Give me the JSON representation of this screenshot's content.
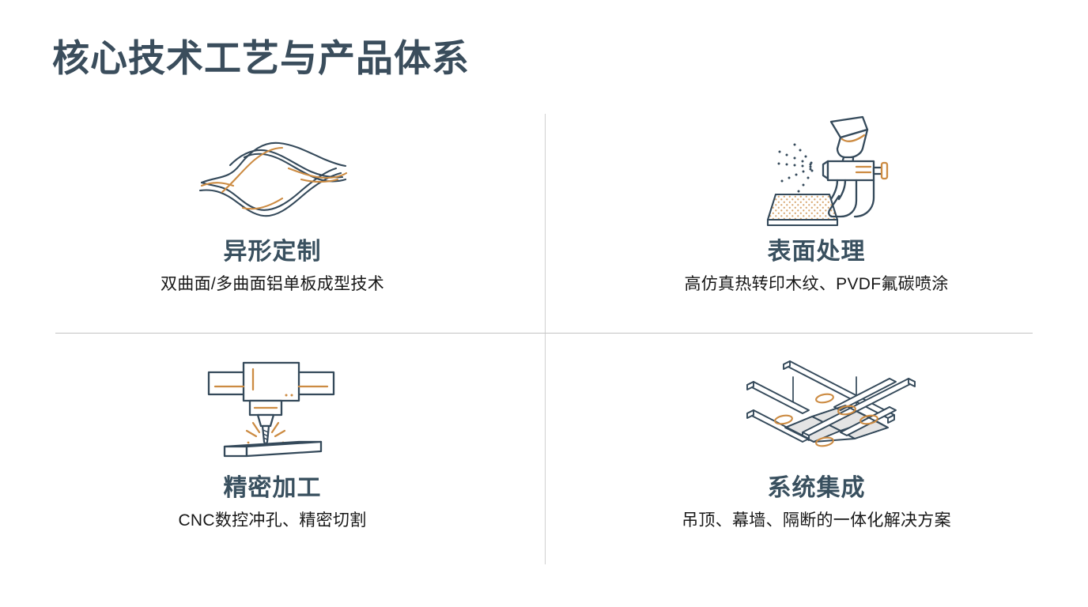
{
  "page": {
    "title": "核心技术工艺与产品体系",
    "background_color": "#ffffff"
  },
  "theme": {
    "title_color": "#3a4d5c",
    "card_title_color": "#39505f",
    "card_subtitle_color": "#171717",
    "icon_stroke_color": "#34495a",
    "icon_accent_color": "#cc8b42",
    "panel_fill_color": "#e4e4e4",
    "divider_color": "#cccccc"
  },
  "dividers": {
    "vertical_label": "vertical-divider",
    "horizontal_label": "horizontal-divider"
  },
  "cards": [
    {
      "id": "card-custom-shaping",
      "icon": "wavy-layered-panels-icon",
      "title": "异形定制",
      "subtitle": "双曲面/多曲面铝单板成型技术"
    },
    {
      "id": "card-surface-treatment",
      "icon": "spray-gun-icon",
      "title": "表面处理",
      "subtitle": "高仿真热转印木纹、PVDF氟碳喷涂"
    },
    {
      "id": "card-precision-machining",
      "icon": "cnc-drill-icon",
      "title": "精密加工",
      "subtitle": "CNC数控冲孔、精密切割"
    },
    {
      "id": "card-system-integration",
      "icon": "ceiling-grid-system-icon",
      "title": "系统集成",
      "subtitle": "吊顶、幕墙、隔断的一体化解决方案"
    }
  ]
}
